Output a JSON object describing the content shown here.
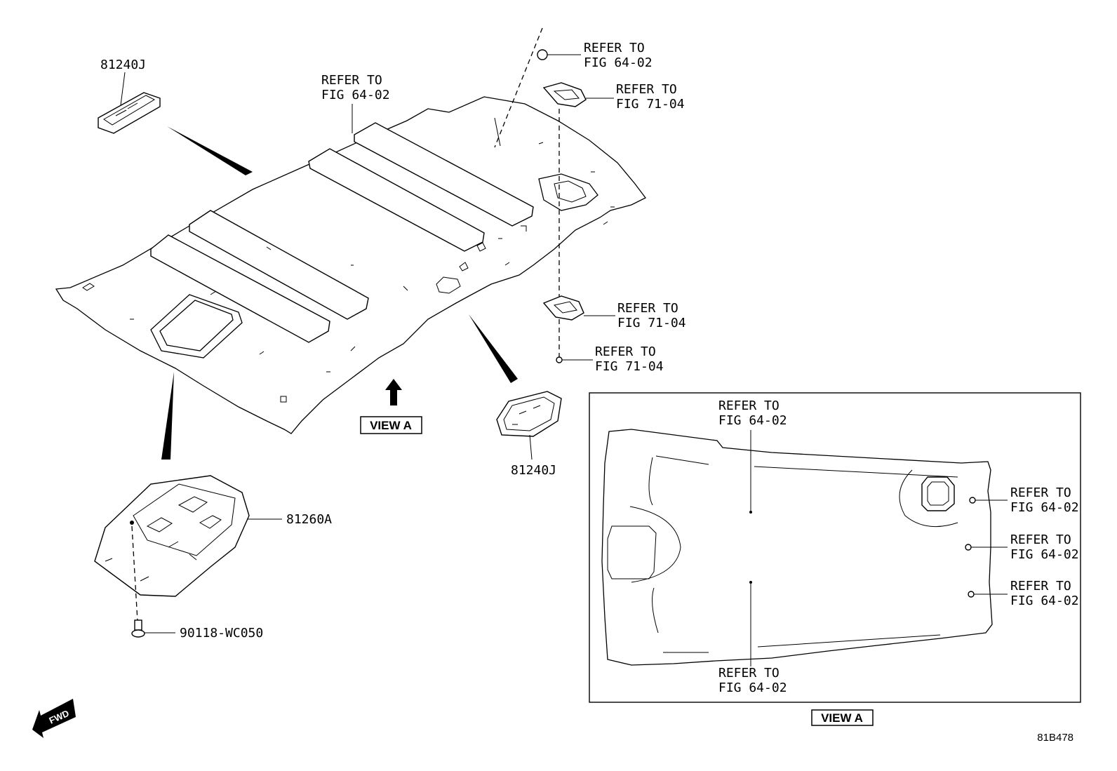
{
  "parts": {
    "lamp_upper": "81240J",
    "lamp_lower": "81240J",
    "console": "81260A",
    "screw": "90118-WC050"
  },
  "refs": {
    "headliner_top": [
      "REFER TO",
      "FIG 64-02"
    ],
    "clip_top": [
      "REFER TO",
      "FIG 64-02"
    ],
    "bracket_top": [
      "REFER TO",
      "FIG 71-04"
    ],
    "bracket_mid": [
      "REFER TO",
      "FIG 71-04"
    ],
    "screw_right": [
      "REFER TO",
      "FIG 71-04"
    ],
    "inset_top": [
      "REFER TO",
      "FIG 64-02"
    ],
    "inset_bottom": [
      "REFER TO",
      "FIG 64-02"
    ],
    "inset_right_1": [
      "REFER TO",
      "FIG 64-02"
    ],
    "inset_right_2": [
      "REFER TO",
      "FIG 64-02"
    ],
    "inset_right_3": [
      "REFER TO",
      "FIG 64-02"
    ]
  },
  "view_label_main": "VIEW A",
  "view_label_inset": "VIEW A",
  "fwd_label": "FWD",
  "diagram_code": "81B478"
}
